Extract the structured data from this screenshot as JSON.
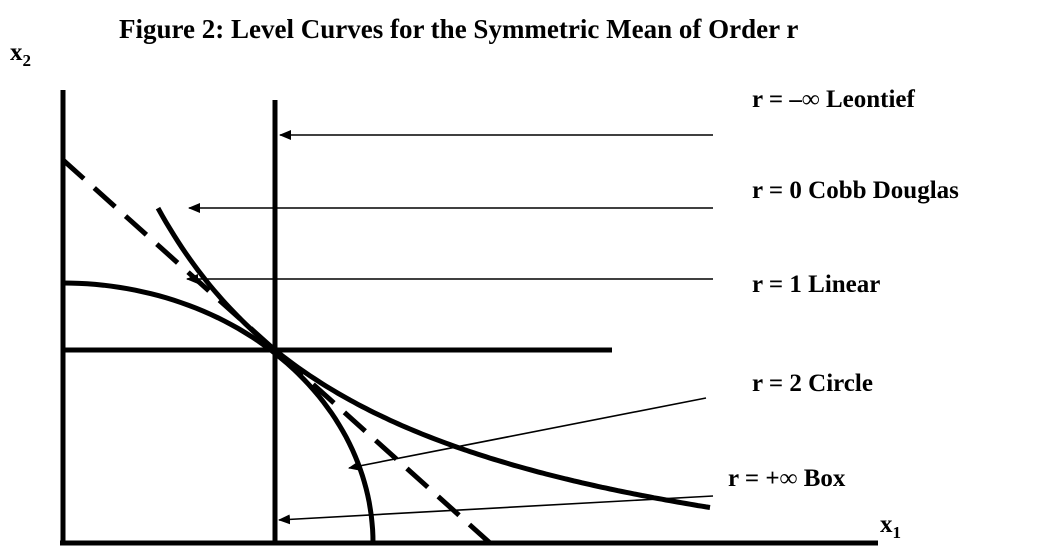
{
  "title": "Figure 2: Level Curves for the Symmetric Mean of Order r",
  "axes": {
    "y_label_base": "x",
    "y_label_sub": "2",
    "x_label_base": "x",
    "x_label_sub": "1"
  },
  "curves": [
    {
      "id": "leontief",
      "r": "−∞",
      "label": "r = –∞ Leontief",
      "shape": "L-shaped corner"
    },
    {
      "id": "cobb-douglas",
      "r": "0",
      "label": "r = 0 Cobb Douglas",
      "shape": "hyperbola"
    },
    {
      "id": "linear",
      "r": "1",
      "label": "r = 1 Linear",
      "shape": "dashed straight line"
    },
    {
      "id": "circle",
      "r": "2",
      "label": "r = 2 Circle",
      "shape": "circular arc"
    },
    {
      "id": "box",
      "r": "+∞",
      "label": "r = +∞  Box",
      "shape": "box"
    }
  ],
  "colors": {
    "ink": "#000000",
    "background": "#ffffff"
  }
}
